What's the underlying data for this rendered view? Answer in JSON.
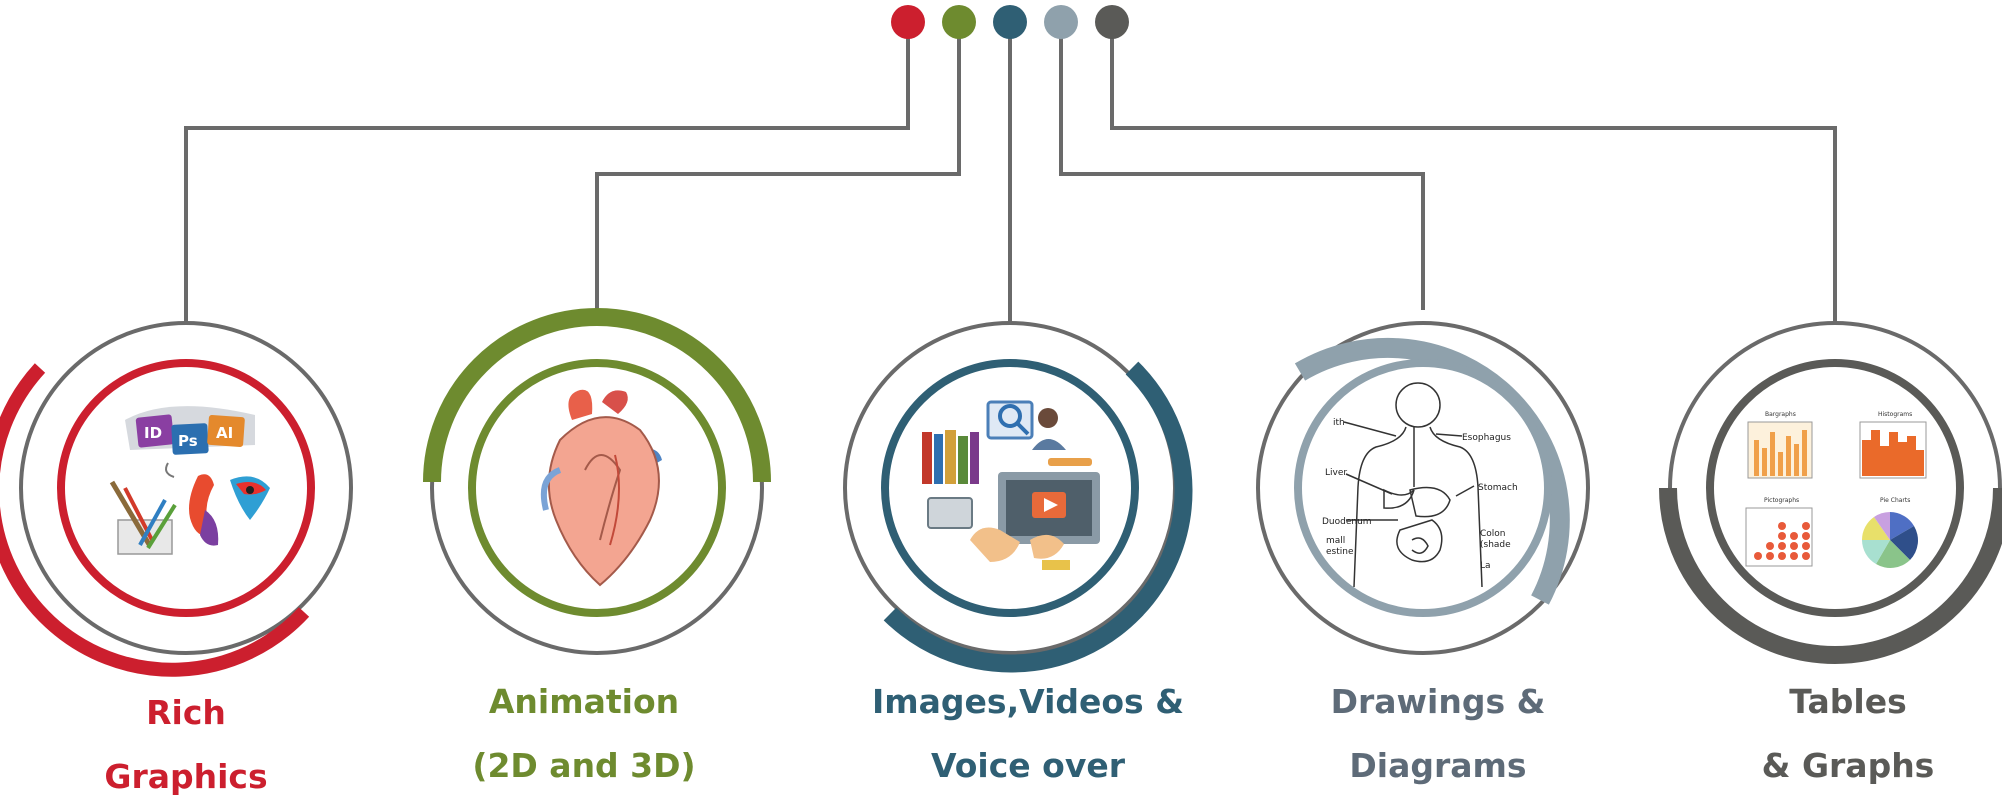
{
  "colors": {
    "red": "#cc1f2e",
    "green": "#6e8b2f",
    "teal": "#2f5f74",
    "lightgray": "#8fa1ac",
    "darkgray": "#5a5a57",
    "connector": "#6a6a6a",
    "red_text": "#cc1f2e",
    "green_text": "#6e8b2f",
    "teal_text": "#2f5f74",
    "gray_text": "#5e6b78",
    "dark_text": "#5a5a57"
  },
  "items": [
    {
      "id": "rich-graphics",
      "title_line1": "Rich",
      "title_line2": "Graphics",
      "icon": "design-software-icon",
      "badges": [
        "ID",
        "Ps",
        "AI"
      ]
    },
    {
      "id": "animation",
      "title_line1": "Animation",
      "title_line2": "(2D and 3D)",
      "icon": "human-heart-icon"
    },
    {
      "id": "images-videos",
      "title_line1": "Images,Videos &",
      "title_line2": "Voice over",
      "icon": "media-tablet-icon"
    },
    {
      "id": "drawings",
      "title_line1": "Drawings &",
      "title_line2": "Diagrams",
      "icon": "anatomy-diagram-icon",
      "anatomy_labels": [
        "Esophagus",
        "Liver",
        "Stomach",
        "Duodenum",
        "Colon",
        "(shade",
        "mall",
        "estine",
        "La",
        "ith"
      ]
    },
    {
      "id": "tables-graphs",
      "title_line1": "Tables",
      "title_line2": "& Graphs",
      "icon": "chart-collection-icon",
      "chart_titles": [
        "Bargraphs",
        "Histograms",
        "Pictographs",
        "Pie Charts"
      ]
    }
  ]
}
